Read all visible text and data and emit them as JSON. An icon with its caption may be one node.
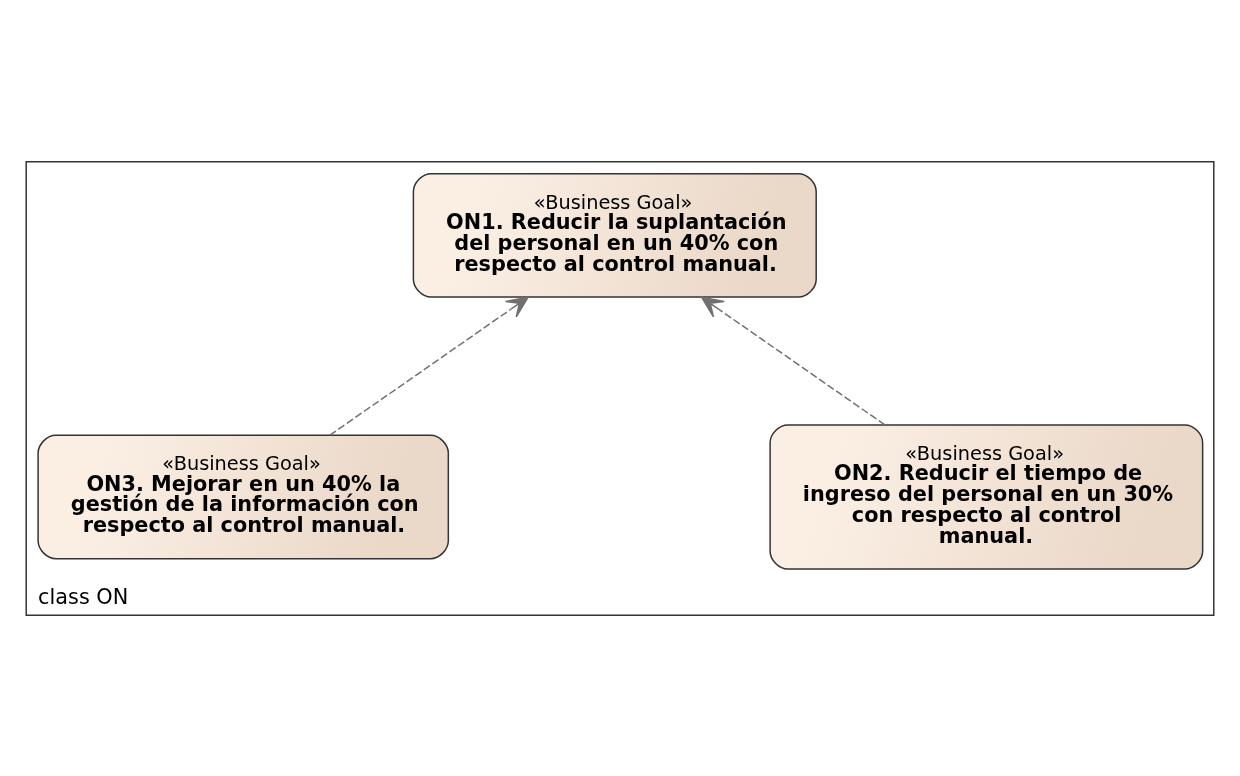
{
  "diagram": {
    "nodes": [
      {
        "text": [
          "class ON"
        ]
      },
      {
        "text": [
          "«Business Goal»",
          "ON1. Reducir la suplantación del personal en un 40% con respecto al control manual."
        ],
        "in": 0
      },
      {
        "text": [
          "«Business Goal»",
          "ON2. Reducir el tiempo de ingreso del personal en un 30% con respecto al control manual."
        ],
        "in": 0
      },
      {
        "text": [
          "«Business Goal»",
          "ON3. Mejorar en un 40% la gestión de la información con respecto al control manual."
        ],
        "in": 0
      }
    ],
    "edges": [
      {
        "from": 2,
        "to": 1,
        "arrow": "to",
        "style": "dashed"
      },
      {
        "from": 3,
        "to": 1,
        "arrow": "to",
        "style": "dashed"
      }
    ]
  }
}
